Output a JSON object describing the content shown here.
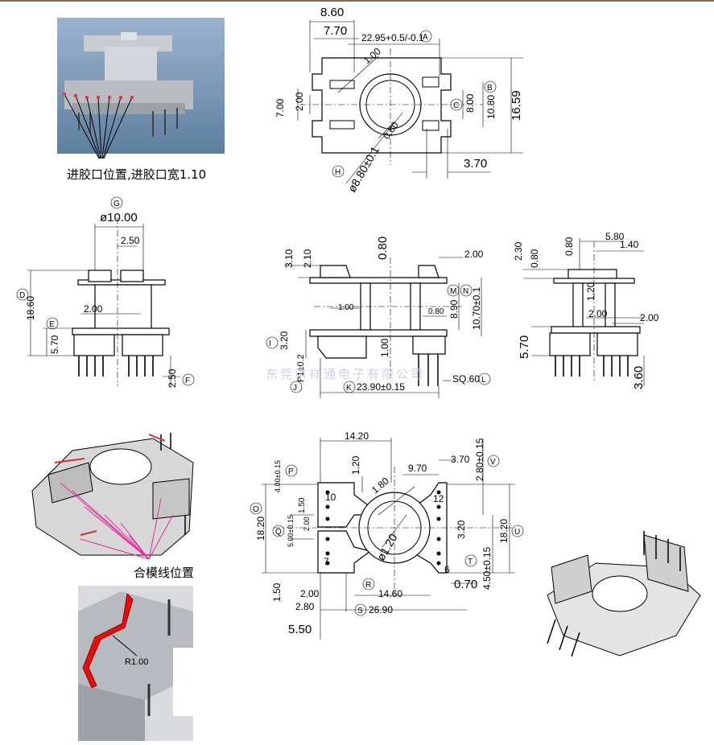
{
  "watermark": "东莞市祥通电子有限公司",
  "captions": {
    "gate": "进胶口位置,进胶口宽1.10",
    "mold": "合模线位置",
    "radius": "R1.00"
  },
  "top_view": {
    "d860": "8.60",
    "d770": "7.70",
    "d2295": "22.95+0.5/-0.1",
    "d100": "1.00",
    "d700": "7.00",
    "d200": "2.00",
    "d1080": "10.80",
    "d800": "8.00",
    "d1659": "16.59",
    "d080": "0.80",
    "d880": "ø8.80±0.1",
    "d370": "3.70",
    "tagA": "A",
    "tagB": "B",
    "tagC": "C",
    "tagH": "H"
  },
  "front_view": {
    "phi10": "ø10.00",
    "d250": "2.50",
    "d1860": "18.60",
    "d200": "2.00",
    "d570": "5.70",
    "d250b": "2.50",
    "tagG": "G",
    "tagD": "D",
    "tagE": "E",
    "tagF": "F"
  },
  "section_view": {
    "d310": "3.10",
    "d210": "2.10",
    "d080": "0.80",
    "d200": "2.00",
    "d100": "1.00",
    "d080b": "0.80",
    "d890": "8.90",
    "d1070": "10.70±0.1",
    "d320": "3.20",
    "d100b": "1.00",
    "dP1": "P1±0.2",
    "d2390": "23.90±0.15",
    "dSQ": "SQ.60",
    "tagM": "M",
    "tagN": "N",
    "tagI": "I",
    "tagJ": "J",
    "tagK": "K",
    "tagL": "L"
  },
  "side_view": {
    "d580": "5.80",
    "d140": "1.40",
    "d230": "2.30",
    "d080": "0.80",
    "d080b": "0.80",
    "d120": "1.20",
    "d200": "2.00",
    "d200b": "2.00",
    "d570": "5.70",
    "d360": "3.60"
  },
  "bottom_view": {
    "d1420": "14.20",
    "d120": "1.20",
    "d970": "9.70",
    "d370": "3.70",
    "d280": "2.80±0.15",
    "d400": "4.00±0.15",
    "d150": "1.50",
    "d1820": "18.20",
    "d500": "5.00±0.15",
    "d200": "2.00",
    "d1820b": "18.20",
    "d320": "3.20",
    "d450": "4.50±0.15",
    "d070": "0.70",
    "d150b": "1.50",
    "d200b": "2.00",
    "d280b": "2.80",
    "d1460": "14.60",
    "d2690": "26.90",
    "d550": "5.50",
    "r180": "1.80",
    "phi120": "ø1.20",
    "pin10": "10",
    "pin12": "12",
    "pin7": "7",
    "pin6": "6",
    "tagP": "P",
    "tagO": "O",
    "tagQ": "Q",
    "tagR": "R",
    "tagS": "S",
    "tagT": "T",
    "tagU": "U",
    "tagV": "V"
  }
}
